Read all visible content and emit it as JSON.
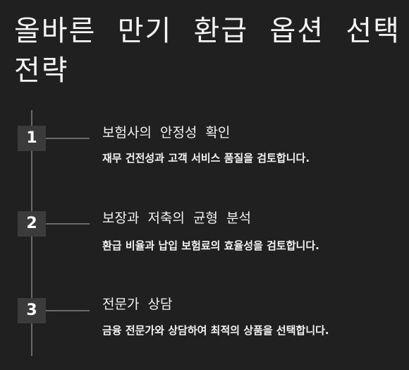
{
  "page": {
    "title": "올바른 만기 환급 옵션 선택 전략"
  },
  "steps": [
    {
      "number": "1",
      "title": "보험사의 안정성 확인",
      "description": "재무 건전성과 고객 서비스 품질을 검토합니다."
    },
    {
      "number": "2",
      "title": "보장과 저축의 균형 분석",
      "description": "환급 비율과 납입 보험료의 효율성을 검토합니다."
    },
    {
      "number": "3",
      "title": "전문가 상담",
      "description": "금융 전문가와 상담하여 최적의 상품을 선택합니다."
    }
  ],
  "colors": {
    "background": "#202020",
    "badge": "#3b3b3b",
    "line": "#6a6a6a",
    "text": "#f2f2f2"
  }
}
